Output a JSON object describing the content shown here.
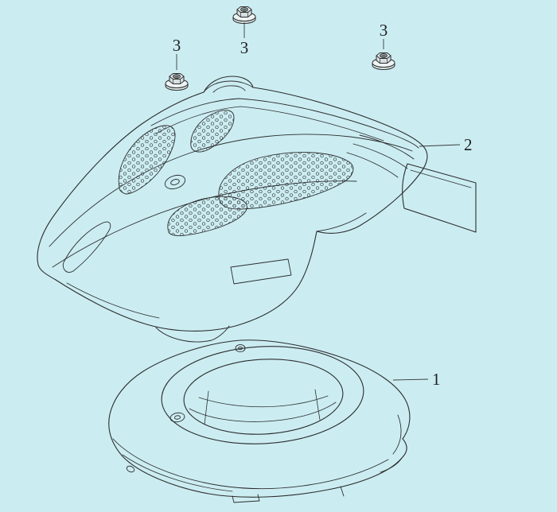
{
  "colors": {
    "background": "#cbedf2",
    "line": "#2d2d2d"
  },
  "callouts": {
    "nut_left": "3",
    "nut_top": "3",
    "nut_right": "3",
    "part2": "2",
    "part1": "1"
  }
}
